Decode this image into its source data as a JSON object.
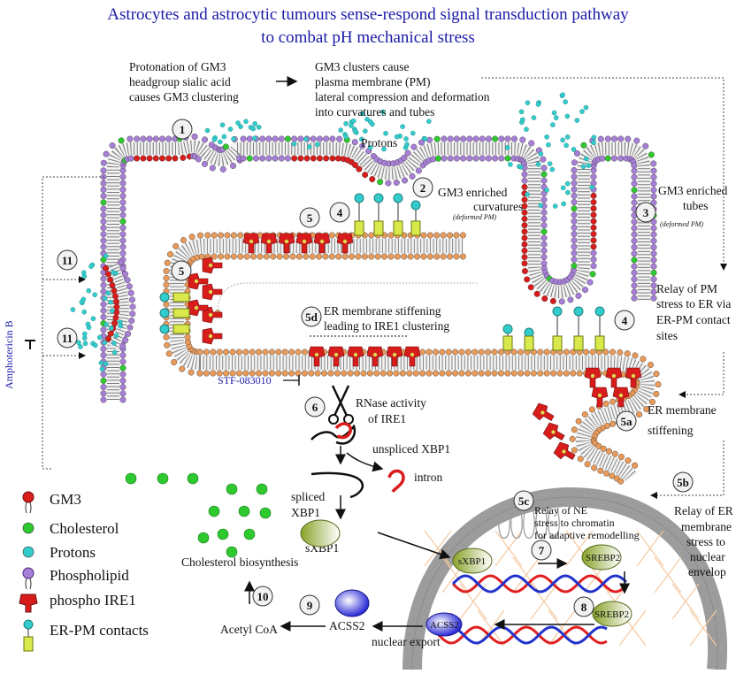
{
  "title": {
    "line1": "Astrocytes and astrocytic tumours sense-respond signal transduction pathway",
    "line2": "to combat pH mechanical stress"
  },
  "labels": {
    "protonation": [
      "Protonation of GM3",
      "headgroup sialic acid",
      "causes GM3 clustering"
    ],
    "gm3_clusters": [
      "GM3 clusters cause",
      "plasma membrane (PM)",
      "lateral compression and deformation",
      "into curvatures and tubes"
    ],
    "protons": "Protons",
    "gm3_curvatures": [
      "GM3 enriched",
      "curvatures"
    ],
    "deformed_pm_1": "(deformed PM)",
    "gm3_tubes": [
      "GM3 enriched",
      "tubes"
    ],
    "deformed_pm_2": "(deformed PM)",
    "relay_pm": [
      "Relay of PM",
      "stress to ER via",
      "ER-PM contact",
      "sites"
    ],
    "er_stiffening_5d": [
      "ER membrane stiffening",
      "leading to IRE1 clustering"
    ],
    "stf": "STF-083010",
    "rnase": [
      "RNase activity",
      "of IRE1"
    ],
    "unspliced": "unspliced XBP1",
    "intron": "intron",
    "spliced": [
      "spliced",
      "XBP1"
    ],
    "sxbp1": "sXBP1",
    "sxbp1_nuc": "sXBP1",
    "srebp2_a": "SREBP2",
    "srebp2_b": "SREBP2",
    "acss2_nuc": "ACSS2",
    "acss2": "ACSS2",
    "nuclear_export": "nuclear export",
    "acetyl_coa": "Acetyl CoA",
    "cholesterol_biosynthesis": "Cholesterol biosynthesis",
    "er_stiffening_5a": [
      "ER membrane",
      "stiffening"
    ],
    "relay_ne": [
      "Relay of NE",
      "stress to chromatin",
      "for adaptive remodelling"
    ],
    "relay_er": [
      "Relay of ER",
      "membrane",
      "stress to",
      "nuclear",
      "envelop"
    ],
    "amphotericin": "Amphotericin B"
  },
  "steps": {
    "s1": "1",
    "s2": "2",
    "s3": "3",
    "s4a": "4",
    "s4b": "4",
    "s5a": "5",
    "s5b": "5",
    "s5d": "5d",
    "s6": "6",
    "s7": "7",
    "s8": "8",
    "s9": "9",
    "s10": "10",
    "s11a": "11",
    "s11b": "11",
    "s5a_lbl": "5a",
    "s5b_lbl": "5b",
    "s5c": "5c"
  },
  "legend": [
    {
      "label": "GM3",
      "icon": "gm3-icon",
      "color": "#d91c1c"
    },
    {
      "label": "Cholesterol",
      "icon": "cholesterol-icon",
      "color": "#2ec92e"
    },
    {
      "label": "Protons",
      "icon": "proton-icon",
      "color": "#33cccc"
    },
    {
      "label": "Phospholipid",
      "icon": "phospholipid-icon",
      "color": "#a77fd6"
    },
    {
      "label": "phospho IRE1",
      "icon": "ire1-icon",
      "color": "#d81c1c"
    },
    {
      "label": "ER-PM contacts",
      "icon": "er-pm-contact-icon",
      "color": "#d9e84a"
    }
  ],
  "colors": {
    "title": "#1a1aa8",
    "pm_head": "#a77fd6",
    "er_head": "#e89a5a",
    "gm3": "#d91c1c",
    "cholesterol": "#2ec92e",
    "proton": "#33cccc",
    "ire1": "#d81c1c",
    "contact": "#d9e84a",
    "nucleus": "#8c8c8c",
    "dna_red": "#e02020",
    "dna_blue": "#2233cc",
    "acss2": "#2a2ad6"
  }
}
